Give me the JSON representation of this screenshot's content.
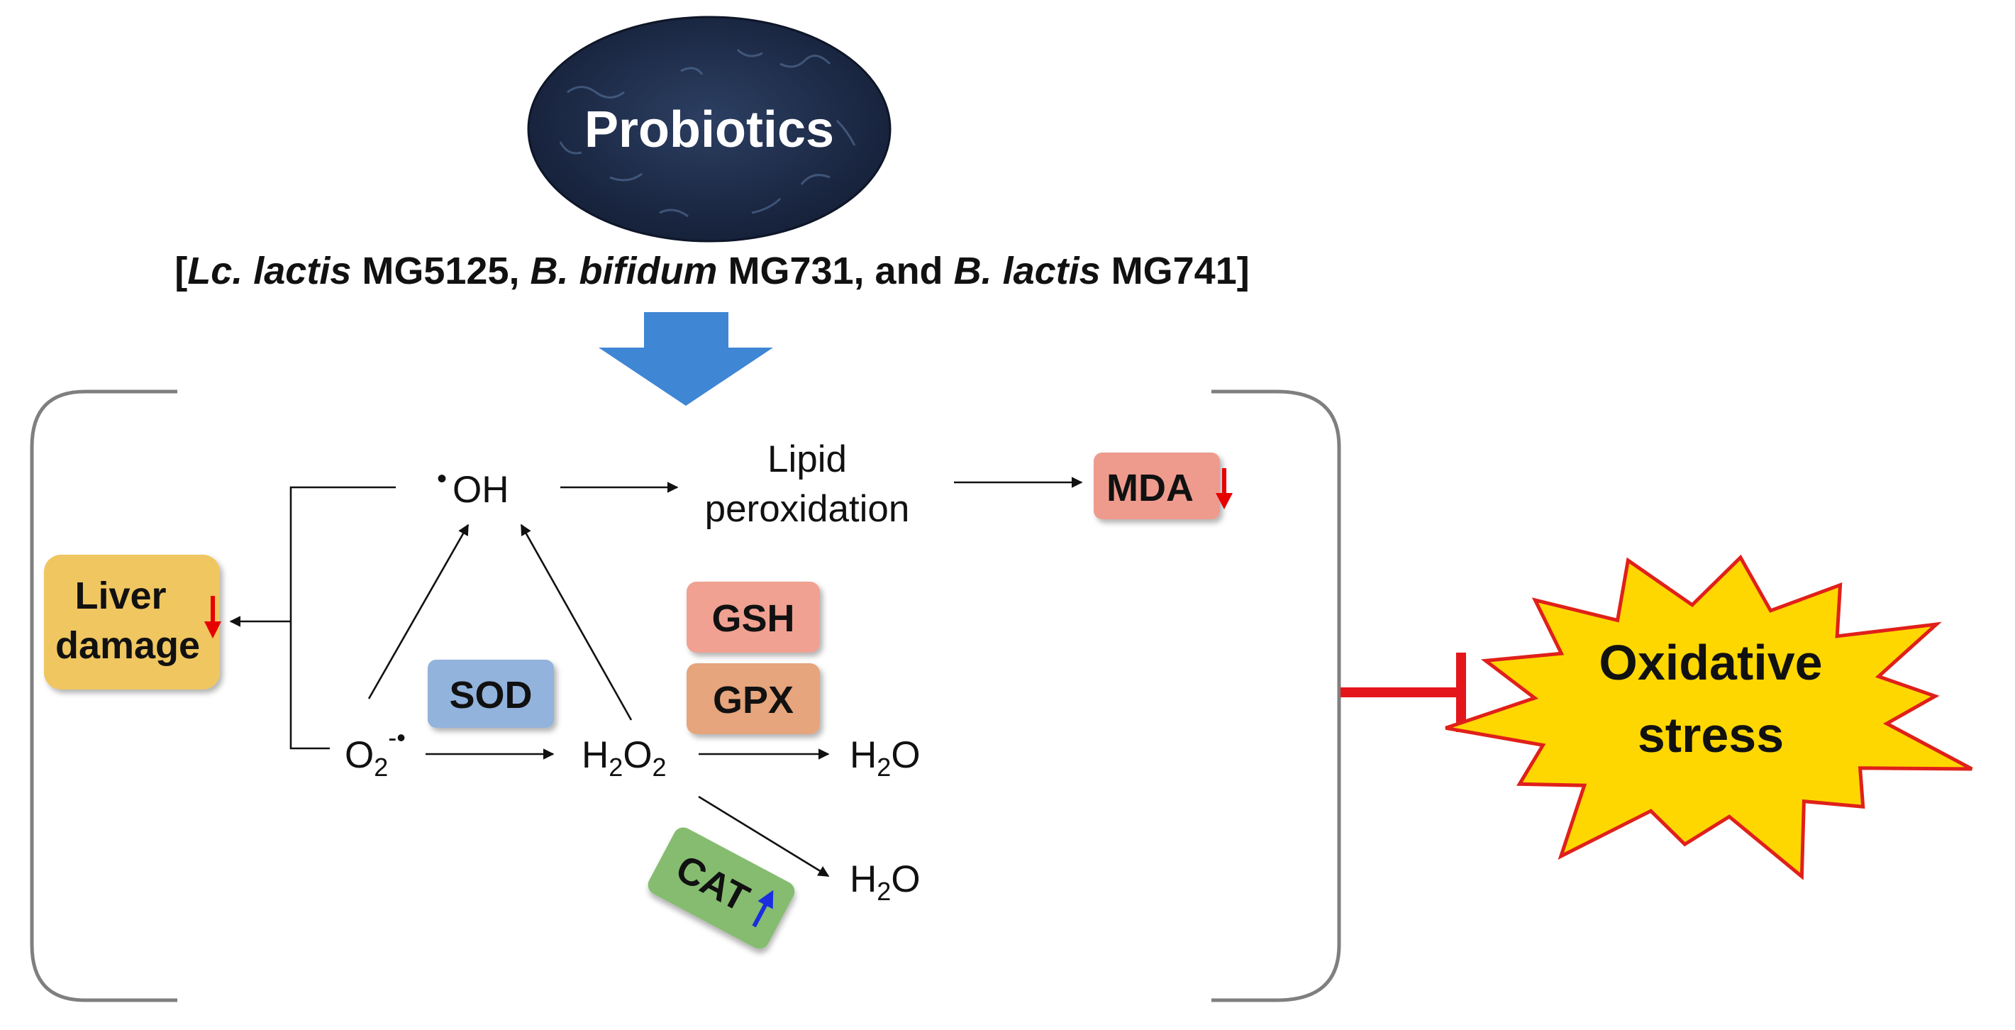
{
  "header": {
    "title": "Probiotics",
    "strains": {
      "open": "[",
      "s1_genus": "Lc. lactis",
      "s1_code": " MG5125, ",
      "s2_genus": "B. bifidum",
      "s2_code": " MG731, and ",
      "s3_genus": "B. lactis",
      "s3_code": " MG741]"
    }
  },
  "species": {
    "hydroxyl": {
      "dot": "•",
      "text": "OH"
    },
    "superoxide": {
      "base": "O",
      "sub": "2",
      "sup": "-•"
    },
    "h2o2": {
      "a": "H",
      "s1": "2",
      "b": "O",
      "s2": "2"
    },
    "water1": {
      "a": "H",
      "s1": "2",
      "b": "O"
    },
    "water2": {
      "a": "H",
      "s1": "2",
      "b": "O"
    }
  },
  "process": {
    "lipid_line1": "Lipid",
    "lipid_line2": "peroxidation"
  },
  "markers": {
    "mda": "MDA",
    "liver_line1": "Liver",
    "liver_line2": "damage",
    "sod": "SOD",
    "gsh": "GSH",
    "gpx": "GPX",
    "cat": "CAT"
  },
  "outcome": {
    "line1": "Oxidative",
    "line2": "stress"
  },
  "colors": {
    "probiotics_fill": "#1c2a48",
    "arrow_blue": "#3f86d4",
    "mda_fill": "#ee9b8e",
    "liver_fill": "#efc660",
    "sod_fill": "#92b3dc",
    "gsh_fill": "#f0a191",
    "gpx_fill": "#e6a57c",
    "cat_fill": "#86bc70",
    "down_arrow": "#e60000",
    "up_arrow": "#1a2ee0",
    "inhibit": "#e4161b",
    "burst_fill": "#ffd700",
    "burst_stroke": "#e0201a",
    "bracket": "#7f7f7f"
  }
}
